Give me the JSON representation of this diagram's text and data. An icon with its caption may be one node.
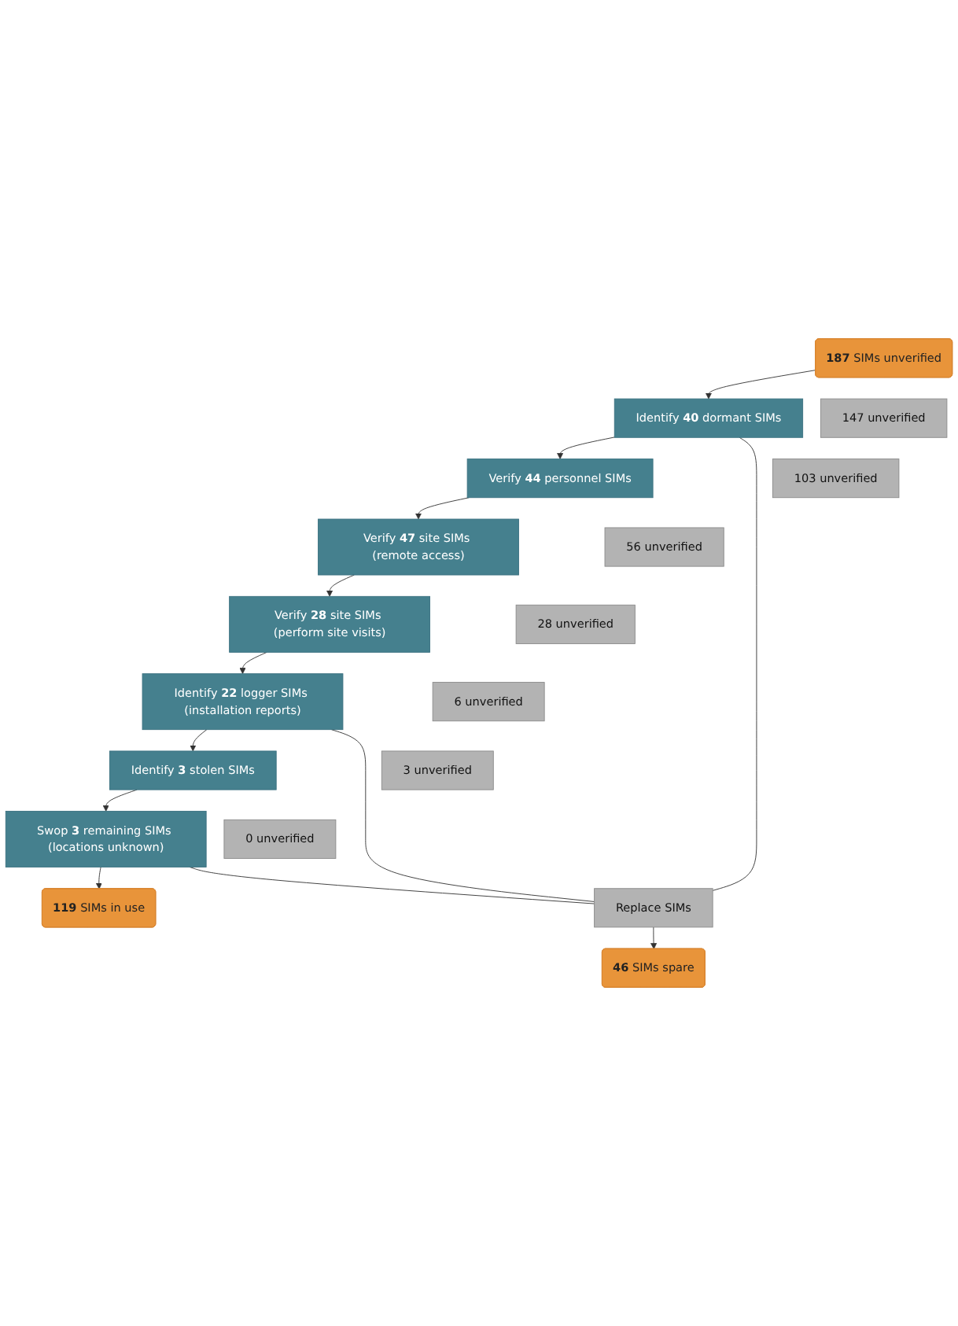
{
  "diagram": {
    "nodes": [
      {
        "text": [
          "**187** SIMs unverified"
        ]
      },
      {
        "text": [
          "Identify **40** dormant SIMs"
        ]
      },
      {
        "text": [
          "147 unverified"
        ]
      },
      {
        "text": [
          "Verify **44** personnel SIMs"
        ]
      },
      {
        "text": [
          "103 unverified"
        ]
      },
      {
        "text": [
          "Verify **47** site SIMs (remote access)"
        ]
      },
      {
        "text": [
          "56 unverified"
        ]
      },
      {
        "text": [
          "Verify **28** site SIMs (perform site visits)"
        ]
      },
      {
        "text": [
          "28 unverified"
        ]
      },
      {
        "text": [
          "Identify **22** logger SIMs (installation reports)"
        ]
      },
      {
        "text": [
          "6 unverified"
        ]
      },
      {
        "text": [
          "Identify **3** stolen SIMs"
        ]
      },
      {
        "text": [
          "3 unverified"
        ]
      },
      {
        "text": [
          "Swop **3** remaining SIMs (locations unknown)"
        ]
      },
      {
        "text": [
          "0 unverified"
        ]
      },
      {
        "text": [
          "Replace SIMs"
        ]
      },
      {
        "text": [
          "**119** SIMs in use"
        ]
      },
      {
        "text": [
          "**46** SIMs spare"
        ]
      }
    ],
    "edges": [
      {
        "from": 0,
        "to": 1,
        "arrow": "to"
      },
      {
        "from": 1,
        "to": 3,
        "arrow": "to"
      },
      {
        "from": 3,
        "to": 5,
        "arrow": "to"
      },
      {
        "from": 5,
        "to": 7,
        "arrow": "to"
      },
      {
        "from": 7,
        "to": 9,
        "arrow": "to"
      },
      {
        "from": 9,
        "to": 11,
        "arrow": "to"
      },
      {
        "from": 11,
        "to": 13,
        "arrow": "to"
      },
      {
        "from": 13,
        "to": 16,
        "arrow": "to"
      },
      {
        "from": 1,
        "to": 15,
        "arrow": "none"
      },
      {
        "from": 9,
        "to": 15,
        "arrow": "none"
      },
      {
        "from": 13,
        "to": 15,
        "arrow": "none"
      },
      {
        "from": 15,
        "to": 17,
        "arrow": "to"
      }
    ]
  }
}
